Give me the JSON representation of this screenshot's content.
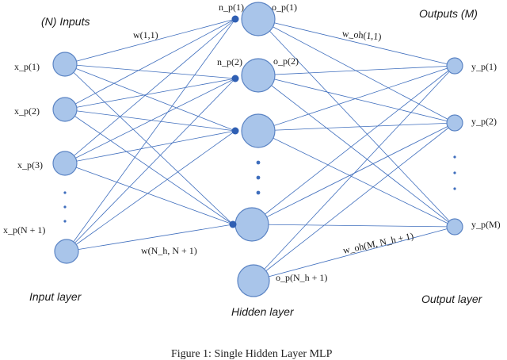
{
  "headings": {
    "inputs": "(N) Inputs",
    "outputs": "Outputs (M)",
    "input_layer": "Input layer",
    "output_layer": "Output layer",
    "hidden_layer": "Hidden layer"
  },
  "input_labels": [
    "x_p(1)",
    "x_p(2)",
    "x_p(3)",
    "x_p(N + 1)"
  ],
  "net_labels": [
    "n_p(1)",
    "n_p(2)"
  ],
  "hidden_out_labels": [
    "o_p(1)",
    "o_p(2)",
    "o_p(N_h + 1)"
  ],
  "output_labels": [
    "y_p(1)",
    "y_p(2)",
    "y_p(M)"
  ],
  "weight_labels": {
    "w_first": "w(1,1)",
    "w_last": "w(N_h, N + 1)",
    "woh_first": "w_oh(1,1)",
    "woh_last": "w_oh(M, N_h + 1)"
  },
  "caption": "Figure 1: Single Hidden Layer MLP",
  "colors": {
    "node_fill": "#a9c5ea",
    "node_stroke": "#5b84c4",
    "edge": "#3f6ebd",
    "net_dot": "#2f5fb3"
  }
}
